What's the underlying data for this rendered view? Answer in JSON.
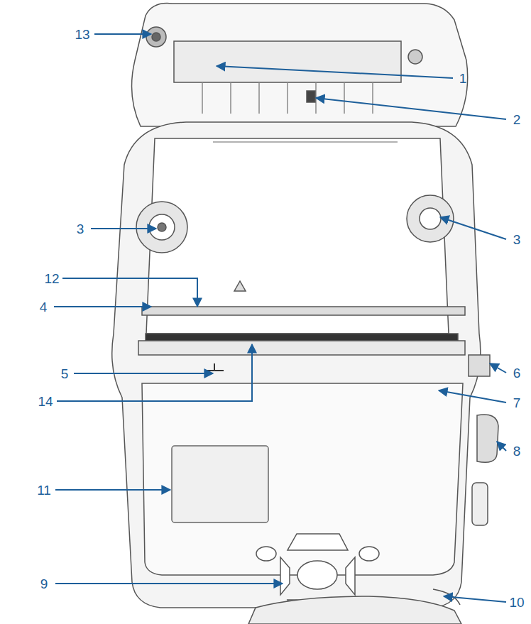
{
  "diagram": {
    "labels": [
      "13",
      "1",
      "2",
      "3",
      "3",
      "12",
      "4",
      "5",
      "6",
      "14",
      "7",
      "8",
      "11",
      "9",
      "10"
    ]
  }
}
